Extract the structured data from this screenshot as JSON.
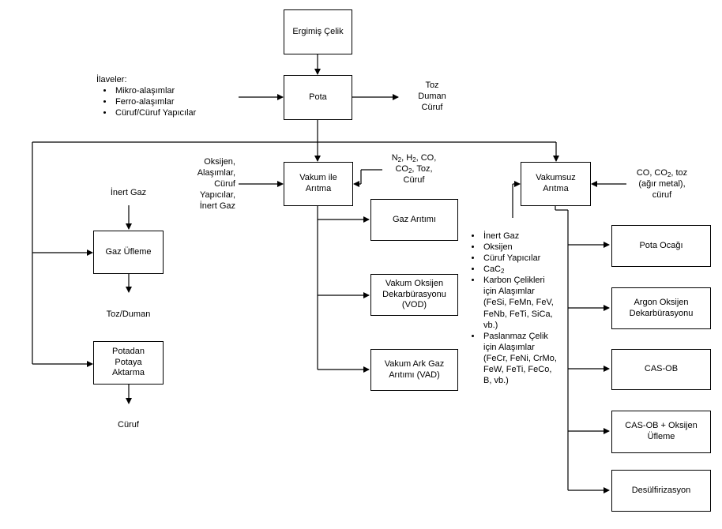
{
  "boxes": {
    "ergimis_celik": "Ergimiş Çelik",
    "pota": "Pota",
    "vakum_ile_aritma": "Vakum ile Arıtma",
    "vakumsuz_aritma": "Vakumsuz Arıtma",
    "gaz_ufleme": "Gaz Üfleme",
    "potadan_potaya_aktarma": "Potadan Potaya Aktarma",
    "gaz_aritimi": "Gaz Arıtımı",
    "vod": "Vakum Oksijen Dekarbürasyonu (VOD)",
    "vad": "Vakum Ark Gaz Arıtımı (VAD)",
    "pota_ocagi": "Pota Ocağı",
    "argon_oksijen": "Argon Oksijen Dekarbürasyonu",
    "cas_ob": "CAS-OB",
    "cas_ob_oksijen": "CAS-OB + Oksijen Üfleme",
    "desulfirizasyon": "Desülfirizasyon"
  },
  "ilaveler": {
    "title": "İlaveler:",
    "items": [
      "Mikro-alaşımlar",
      "Ferro-alaşımlar",
      "Cüruf/Cüruf Yapıcılar"
    ]
  },
  "pota_outputs": {
    "line1": "Toz",
    "line2": "Duman",
    "line3": "Cüruf"
  },
  "vakum_inputs": "Oksijen, Alaşımlar, Cüruf Yapıcılar, İnert Gaz",
  "vakum_gases": {
    "n": "N",
    "n_sub": "2",
    "h": ", H",
    "h_sub": "2",
    "co": ", CO,",
    "co2": "CO",
    "co2_sub": "2",
    "toz": ", Toz,",
    "curuf": "Cüruf"
  },
  "vakumsuz_gases": {
    "co": "CO, CO",
    "co_sub": "2",
    "toz": ", toz",
    "agir": "(ağır metal),",
    "curuf": "cüruf"
  },
  "inert_gaz": "İnert Gaz",
  "toz_duman": "Toz/Duman",
  "curuf_bottom": "Cüruf",
  "additions_list": {
    "inert_gaz": "İnert Gaz",
    "oksijen": "Oksijen",
    "curuf_yapicilar": "Cüruf Yapıcılar",
    "cac": "CaC",
    "cac_sub": "2",
    "karbon": "Karbon Çelikleri için Alaşımlar (FeSi, FeMn, FeV, FeNb, FeTi, SiCa, vb.)",
    "paslanmaz": "Paslanmaz Çelik için Alaşımlar (FeCr, FeNi, CrMo, FeW, FeTi, FeCo, B, vb.)"
  }
}
